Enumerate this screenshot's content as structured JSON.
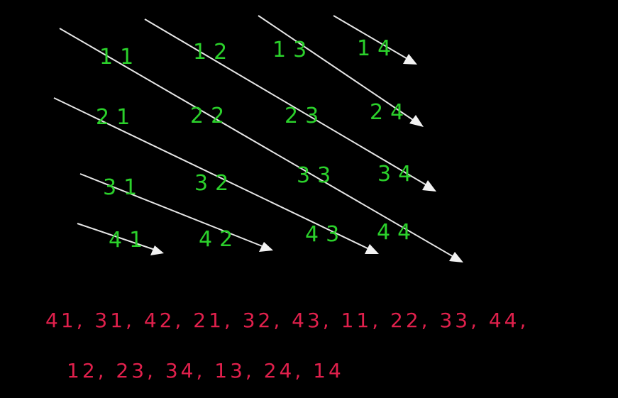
{
  "colors": {
    "background": "#000000",
    "cells": "#2bd12b",
    "arrows": "#e6e6e6",
    "sequence": "#e0204c"
  },
  "matrix": {
    "rows": [
      [
        "11",
        "12",
        "13",
        "14"
      ],
      [
        "21",
        "22",
        "23",
        "24"
      ],
      [
        "31",
        "32",
        "33",
        "34"
      ],
      [
        "41",
        "42",
        "43",
        "44"
      ]
    ]
  },
  "diagonal_order": {
    "line1": "41, 31, 42, 21, 32, 43, 11, 22, 33, 44,",
    "line2": "12, 23, 34, 13, 24, 14"
  }
}
